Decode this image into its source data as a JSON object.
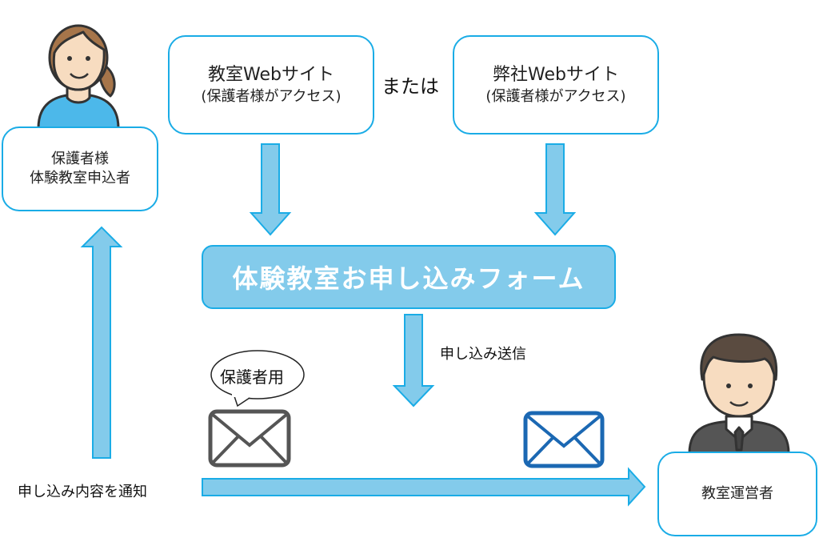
{
  "colors": {
    "arrow_fill": "#83cbeb",
    "arrow_stroke": "#1aace6",
    "box_border": "#1aace6",
    "mail_guardian": "#555555",
    "mail_operator": "#1b68b3"
  },
  "guardian": {
    "line1": "保護者様",
    "line2": "体験教室申込者",
    "icon": "woman-avatar-icon"
  },
  "sources": {
    "classroom_site": {
      "title": "教室Webサイト",
      "sub": "(保護者様がアクセス)"
    },
    "or_label": "または",
    "company_site": {
      "title": "弊社Webサイト",
      "sub": "(保護者様がアクセス)"
    }
  },
  "form": {
    "label": "体験教室お申し込みフォーム"
  },
  "flow": {
    "submit_label": "申し込み送信",
    "notify_label": "申し込み内容を通知",
    "guardian_mail_bubble": "保護者用"
  },
  "operator": {
    "label": "教室運営者",
    "icon": "businessman-avatar-icon"
  }
}
